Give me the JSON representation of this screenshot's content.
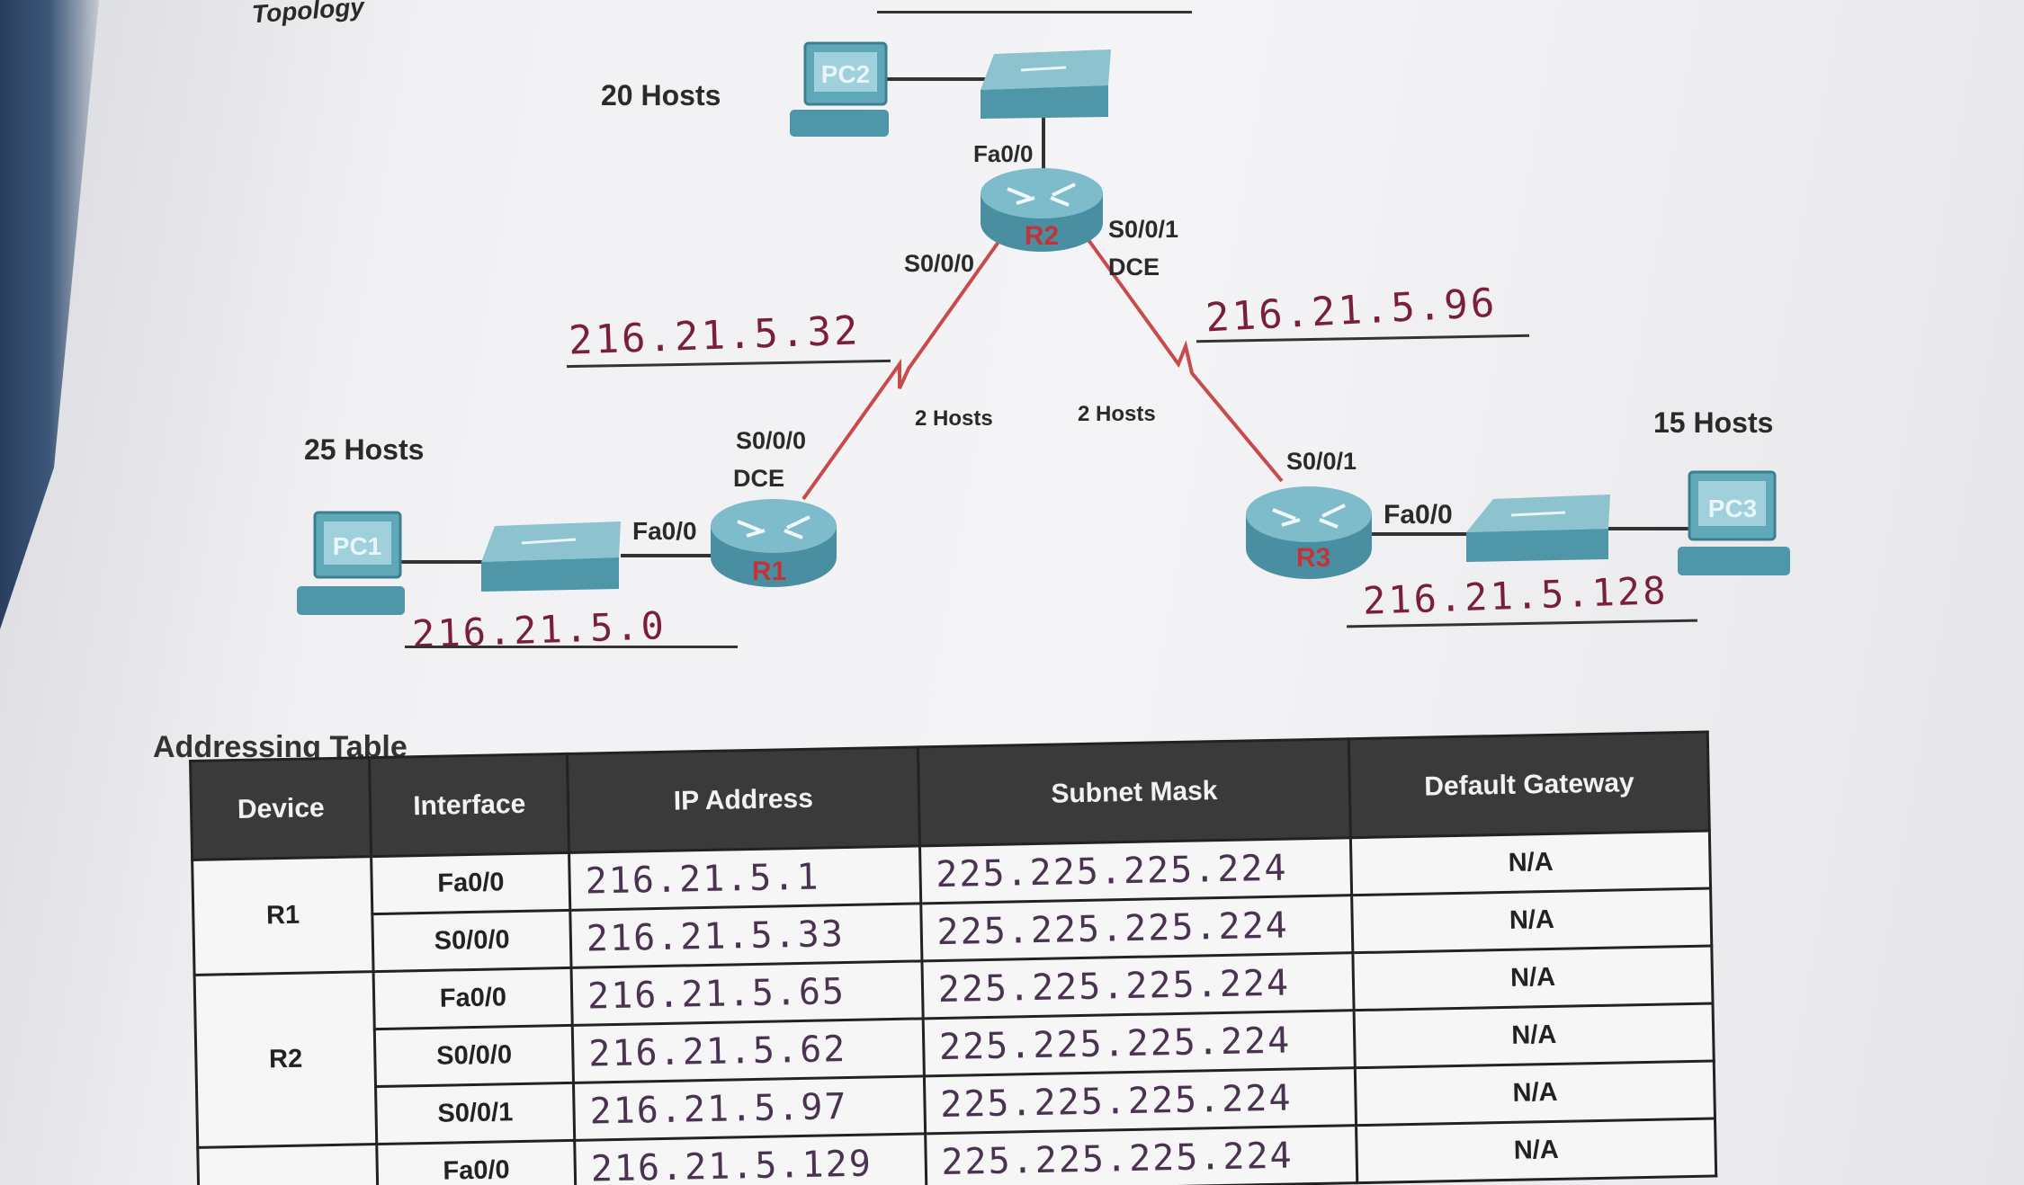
{
  "topology": {
    "heading": "Topology",
    "hosts": {
      "r2_lan": "20 Hosts",
      "r1_lan": "25 Hosts",
      "r3_lan": "15 Hosts",
      "link_r1_r2": "2 Hosts",
      "link_r2_r3": "2 Hosts"
    },
    "devices": {
      "pc1": "PC1",
      "pc2": "PC2",
      "pc3": "PC3",
      "r1": "R1",
      "r2": "R2",
      "r3": "R3"
    },
    "interfaces": {
      "r2_fa": "Fa0/0",
      "r2_s000": "S0/0/0",
      "r2_s001": "S0/0/1",
      "r2_dce": "DCE",
      "r1_s000": "S0/0/0",
      "r1_dce": "DCE",
      "r1_fa": "Fa0/0",
      "r3_s001": "S0/0/1",
      "r3_fa": "Fa0/0"
    },
    "handwritten": {
      "net_r1_r2": "216.21.5.32",
      "net_r2_r3": "216.21.5.96",
      "net_r1_lan": "216.21.5.0",
      "net_r3_lan": "216.21.5.128"
    }
  },
  "addressing_table": {
    "title": "Addressing Table",
    "headers": [
      "Device",
      "Interface",
      "IP Address",
      "Subnet Mask",
      "Default Gateway"
    ],
    "rows": [
      {
        "device": "R1",
        "interface": "Fa0/0",
        "ip": "216.21.5.1",
        "mask": "225.225.225.224",
        "gateway": "N/A"
      },
      {
        "device": "",
        "interface": "S0/0/0",
        "ip": "216.21.5.33",
        "mask": "225.225.225.224",
        "gateway": "N/A"
      },
      {
        "device": "R2",
        "interface": "Fa0/0",
        "ip": "216.21.5.65",
        "mask": "225.225.225.224",
        "gateway": "N/A"
      },
      {
        "device": "",
        "interface": "S0/0/0",
        "ip": "216.21.5.62",
        "mask": "225.225.225.224",
        "gateway": "N/A"
      },
      {
        "device": "",
        "interface": "S0/0/1",
        "ip": "216.21.5.97",
        "mask": "225.225.225.224",
        "gateway": "N/A"
      },
      {
        "device": "",
        "interface": "Fa0/0",
        "ip": "216.21.5.129",
        "mask": "225.225.225.224",
        "gateway": "N/A"
      }
    ]
  },
  "colors": {
    "device_teal": "#5fa8b8",
    "serial_link": "#c84a4a",
    "router_label": "#c0343a",
    "ink": "#7a1f3a"
  }
}
